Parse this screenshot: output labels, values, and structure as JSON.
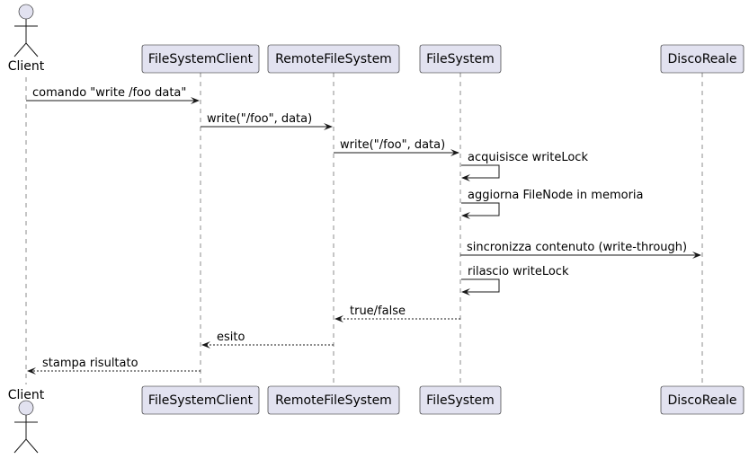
{
  "diagram": {
    "participants": [
      {
        "id": "client",
        "label": "Client",
        "kind": "actor"
      },
      {
        "id": "fsclient",
        "label": "FileSystemClient",
        "kind": "participant"
      },
      {
        "id": "remote",
        "label": "RemoteFileSystem",
        "kind": "participant"
      },
      {
        "id": "fs",
        "label": "FileSystem",
        "kind": "participant"
      },
      {
        "id": "disk",
        "label": "DiscoReale",
        "kind": "participant"
      }
    ],
    "messages": [
      {
        "from": "client",
        "to": "fsclient",
        "label": "comando \"write /foo data\"",
        "style": "solid"
      },
      {
        "from": "fsclient",
        "to": "remote",
        "label": "write(\"/foo\", data)",
        "style": "solid"
      },
      {
        "from": "remote",
        "to": "fs",
        "label": "write(\"/foo\", data)",
        "style": "solid"
      },
      {
        "from": "fs",
        "to": "fs",
        "label": "acquisisce writeLock",
        "style": "solid"
      },
      {
        "from": "fs",
        "to": "fs",
        "label": "aggiorna FileNode in memoria",
        "style": "solid"
      },
      {
        "from": "fs",
        "to": "disk",
        "label": "sincronizza contenuto (write-through)",
        "style": "solid"
      },
      {
        "from": "fs",
        "to": "fs",
        "label": "rilascio writeLock",
        "style": "solid"
      },
      {
        "from": "fs",
        "to": "remote",
        "label": "true/false",
        "style": "dashed"
      },
      {
        "from": "remote",
        "to": "fsclient",
        "label": "esito",
        "style": "dashed"
      },
      {
        "from": "fsclient",
        "to": "client",
        "label": "stampa risultato",
        "style": "dashed"
      }
    ]
  }
}
